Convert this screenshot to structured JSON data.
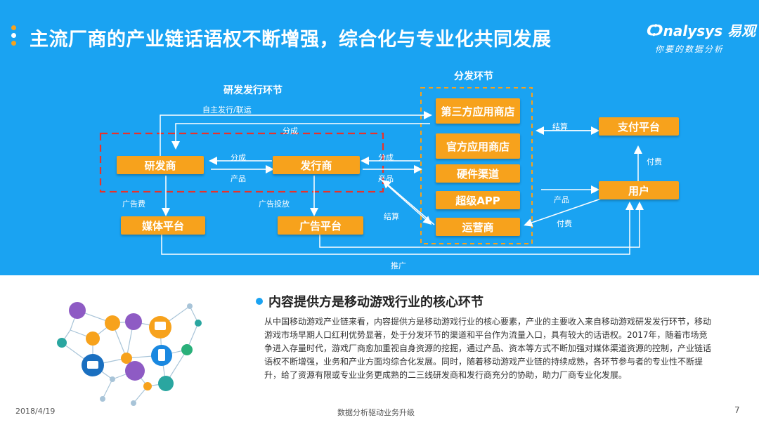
{
  "header": {
    "title": "主流厂商的产业链话语权不断增强，综合化与专业化共同发展",
    "logo_text": "nalysys 易观",
    "logo_tagline": "你要的数据分析"
  },
  "diagram": {
    "sections": {
      "rd_publish": "研发发行环节",
      "distribution": "分发环节"
    },
    "nodes": {
      "developer": "研发商",
      "publisher": "发行商",
      "media_platform": "媒体平台",
      "ad_platform": "广告平台",
      "third_party_store": "第三方应用商店",
      "official_store": "官方应用商店",
      "hardware_channel": "硬件渠道",
      "super_app": "超级APP",
      "operator": "运营商",
      "payment_platform": "支付平台",
      "user": "用户"
    },
    "edge_labels": {
      "self_publish": "自主发行/联运",
      "revenue_share_top": "分成",
      "revenue_share_mid": "分成",
      "product_mid": "产品",
      "revenue_share_right": "分成",
      "product_right": "产品",
      "ad_fee": "广告费",
      "ad_placement": "广告投放",
      "settlement_left": "结算",
      "settlement_right": "结算",
      "pay_fee_top": "付费",
      "product_user": "产品",
      "pay_fee_bottom": "付费",
      "promotion": "推广"
    },
    "colors": {
      "background": "#1aa3f2",
      "node_fill": "#f7a21c",
      "highlight_border": "#e8322b"
    }
  },
  "content": {
    "heading": "内容提供方是移动游戏行业的核心环节",
    "paragraph": "从中国移动游戏产业链来看，内容提供方是移动游戏行业的核心要素，产业的主要收入来自移动游戏研发发行环节，移动游戏市场早期人口红利优势显著，处于分发环节的渠道和平台作为流量入口，具有较大的话语权。2017年，随着市场竞争进入存量时代，游戏厂商愈加重视自身资源的挖掘，通过产品、资本等方式不断加强对媒体渠道资源的控制，产业链话语权不断增强，业务和产业方面均综合化发展。同时，随着移动游戏产业链的持续成熟，各环节参与者的专业性不断提升，给了资源有限或专业业务更成熟的二三线研发商和发行商充分的协助，助力厂商专业化发展。"
  },
  "footer": {
    "date": "2018/4/19",
    "center": "数据分析驱动业务升级",
    "page_number": "7"
  }
}
